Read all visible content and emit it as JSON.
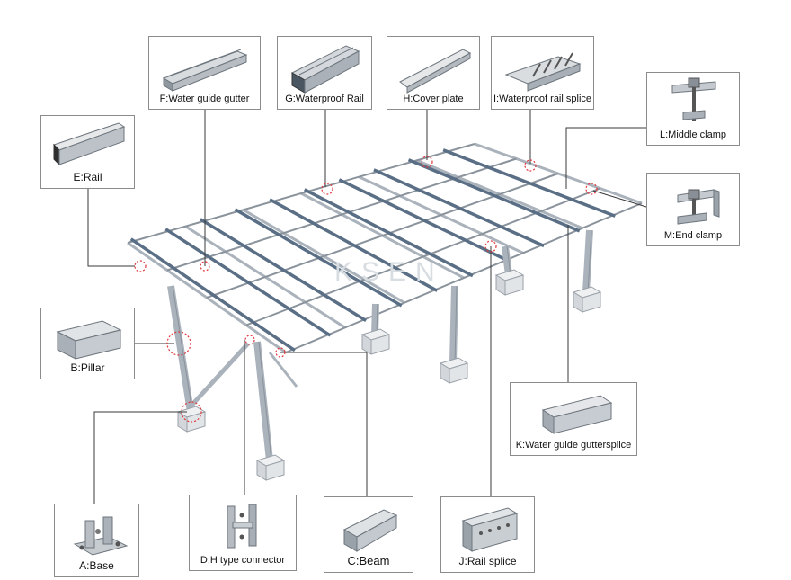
{
  "watermark": "KSEN",
  "colors": {
    "frame": "#aab2bb",
    "frame_dark": "#8a939c",
    "rail": "#5a6f85",
    "leader": "#3a3a3a",
    "marker": "#e0383e",
    "box_border": "#8c8c8c"
  },
  "components": [
    {
      "id": "A",
      "label": "A:Base",
      "icon": "base-plate-icon"
    },
    {
      "id": "B",
      "label": "B:Pillar",
      "icon": "pillar-icon"
    },
    {
      "id": "C",
      "label": "C:Beam",
      "icon": "beam-icon"
    },
    {
      "id": "D",
      "label": "D:H type connector",
      "icon": "h-connector-icon"
    },
    {
      "id": "E",
      "label": "E:Rail",
      "icon": "rail-icon"
    },
    {
      "id": "F",
      "label": "F:Water guide gutter",
      "icon": "gutter-icon"
    },
    {
      "id": "G",
      "label": "G:Waterproof Rail",
      "icon": "waterproof-rail-icon"
    },
    {
      "id": "H",
      "label": "H:Cover plate",
      "icon": "cover-plate-icon"
    },
    {
      "id": "I",
      "label": "I:Waterproof rail splice",
      "icon": "rail-splice-icon"
    },
    {
      "id": "J",
      "label": "J:Rail splice",
      "icon": "splice-icon"
    },
    {
      "id": "K",
      "label": "K:Water guide guttersplice",
      "icon": "gutter-splice-icon"
    },
    {
      "id": "L",
      "label": "L:Middle clamp",
      "icon": "middle-clamp-icon"
    },
    {
      "id": "M",
      "label": "M:End clamp",
      "icon": "end-clamp-icon"
    }
  ]
}
